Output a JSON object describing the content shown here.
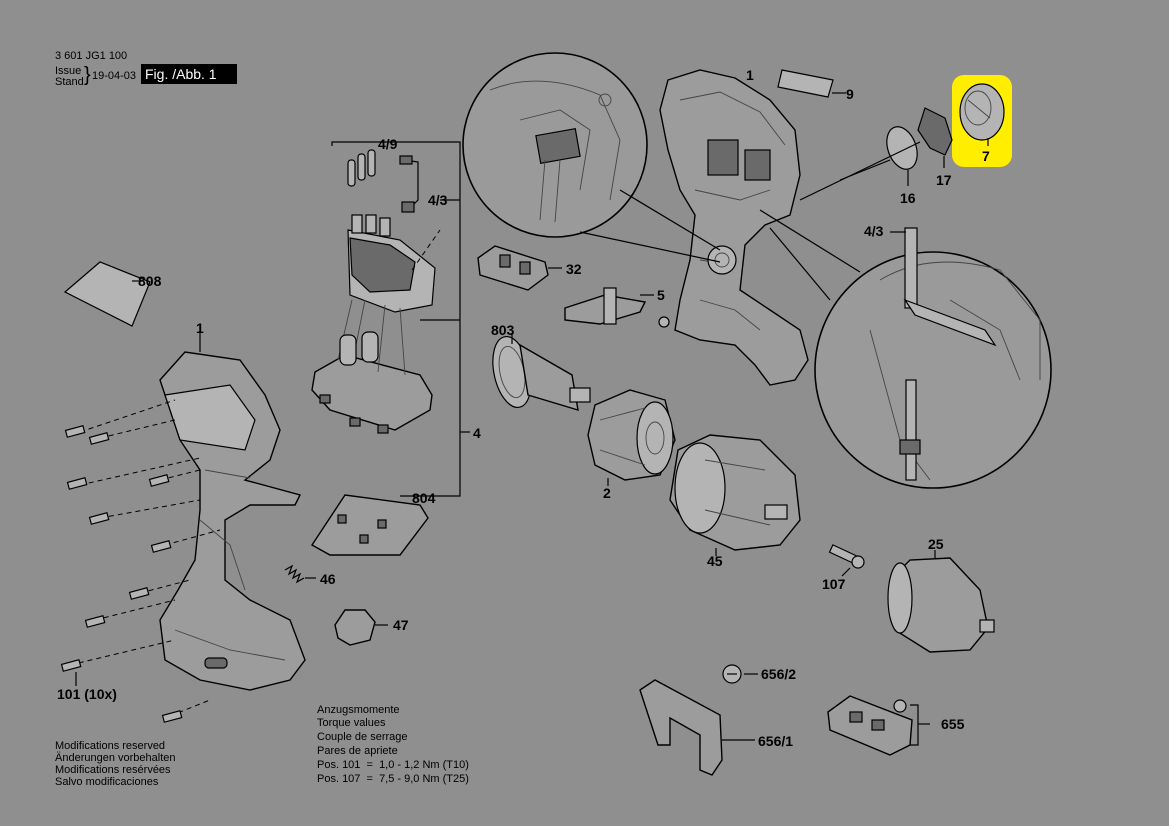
{
  "header": {
    "part_number": "3 601 JG1 100",
    "issue_label_1": "Issue",
    "issue_label_2": "Stand",
    "date": "19-04-03",
    "fig_label": "Fig. /Abb. 1"
  },
  "labels": {
    "p1_top": "1",
    "p9": "9",
    "p7": "7",
    "p17": "17",
    "p16": "16",
    "p4_3_right": "4/3",
    "p4_9": "4/9",
    "p4_3_left": "4/3",
    "p808": "808",
    "p32": "32",
    "p5": "5",
    "p1_left": "1",
    "p803": "803",
    "p4": "4",
    "p2": "2",
    "p804": "804",
    "p46": "46",
    "p45": "45",
    "p107": "107",
    "p25": "25",
    "p47": "47",
    "p656_2": "656/2",
    "p656_1": "656/1",
    "p655": "655",
    "p101": "101 (10x)"
  },
  "torque": {
    "line1": "Anzugsmomente",
    "line2": "Torque values",
    "line3": "Couple de serrage",
    "line4": "Pares de apriete",
    "line5": "Pos. 101  =  1,0 - 1,2 Nm (T10)",
    "line6": "Pos. 107  =  7,5 - 9,0 Nm (T25)"
  },
  "footer": {
    "line1": "Modifications reserved",
    "line2": "Änderungen vorbehalten",
    "line3": "Modifications resérvées",
    "line4": "Salvo modificaciones"
  },
  "colors": {
    "background": "#8f8f8f",
    "highlight": "#ffee00"
  }
}
